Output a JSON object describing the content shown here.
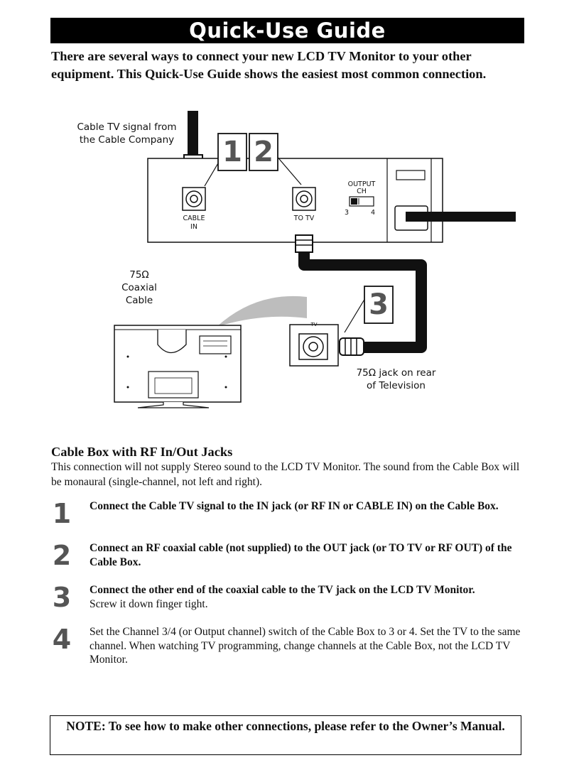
{
  "title": "Quick-Use Guide",
  "intro": "There are several ways to connect your new LCD TV Monitor to your other equipment.  This Quick-Use Guide shows the easiest most common connection.",
  "diagram": {
    "cable_signal_label_1": "Cable TV signal from",
    "cable_signal_label_2": "the Cable Company",
    "cable_in_label_1": "CABLE",
    "cable_in_label_2": "IN",
    "to_tv_label": "TO TV",
    "output_ch_label_1": "OUTPUT",
    "output_ch_label_2": "CH",
    "ch3_label": "3",
    "ch4_label": "4",
    "coax_label_1": "75Ω",
    "coax_label_2": "Coaxial",
    "coax_label_3": "Cable",
    "tv_jack_label": "TV",
    "rear_jack_label_1": "75Ω jack on rear",
    "rear_jack_label_2": "of  Television",
    "callout_1": "1",
    "callout_2": "2",
    "callout_3": "3"
  },
  "section": {
    "heading": "Cable Box with RF In/Out Jacks",
    "description": "This connection will not supply Stereo sound to the LCD  TV Monitor.  The sound from the Cable Box will be monaural (single-channel, not left and right)."
  },
  "steps": [
    {
      "number": "1",
      "bold": "Connect the Cable TV signal to the IN jack (or RF IN or CABLE IN) on the Cable Box.",
      "normal": ""
    },
    {
      "number": "2",
      "bold": "Connect an RF coaxial cable (not supplied) to the OUT jack (or TO TV or RF OUT) of the Cable Box.",
      "normal": ""
    },
    {
      "number": "3",
      "bold": "Connect the other end of the coaxial cable to the TV jack on the LCD TV Monitor.",
      "normal": "Screw it down finger tight."
    },
    {
      "number": "4",
      "bold": "",
      "normal": "Set the Channel 3/4 (or Output channel) switch of the Cable Box to 3 or 4.  Set the TV to the same channel.  When watching TV programming, change channels at the Cable Box, not the LCD TV Monitor."
    }
  ],
  "note": "NOTE: To see how to make other connections, please refer to the Owner’s Manual."
}
